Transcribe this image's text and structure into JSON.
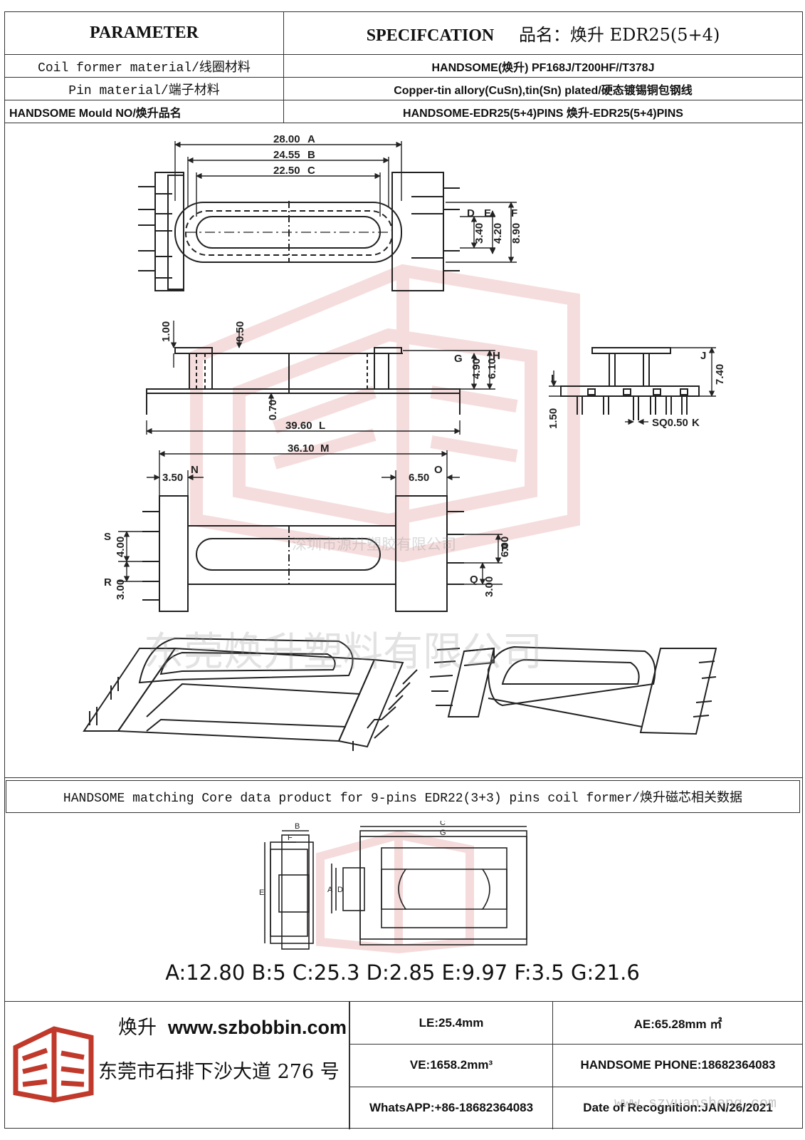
{
  "header": {
    "parameter": "PARAMETER",
    "spec_title": "SPECIFCATION",
    "product_name": "品名：焕升 EDR25(5+4)"
  },
  "rows": [
    {
      "label": "Coil former material/线圈材料",
      "value": "HANDSOME(焕升)   PF168J/T200HF//T378J"
    },
    {
      "label": "Pin material/端子材料",
      "value": "Copper-tin allory(CuSn),tin(Sn) plated/硬态镀锡铜包钢线"
    },
    {
      "label": "HANDSOME Mould NO/焕升品名",
      "value": "HANDSOME-EDR25(5+4)PINS    焕升-EDR25(5+4)PINS"
    }
  ],
  "watermarks": {
    "center": "深圳市源升塑胶有限公司",
    "large": "东莞焕升塑料有限公司",
    "footer": "www.szyuansheng.com"
  },
  "dims": {
    "top_a": "28.00",
    "top_b": "24.55",
    "top_c": "22.50",
    "top_d": "3.40",
    "top_e": "4.20",
    "top_f": "8.90",
    "side_1": "1.00",
    "side_05": "0.50",
    "side_07": "0.70",
    "side_l": "39.60",
    "side_g": "4.90",
    "side_h": "6.10",
    "end_i": "1.50",
    "end_j": "7.40",
    "end_k": "SQ0.50",
    "bot_m": "36.10",
    "bot_n": "3.50",
    "bot_o": "6.50",
    "bot_s": "4.00",
    "bot_r": "3.00",
    "bot_p": "6.00",
    "bot_q": "3.00",
    "labels": [
      "A",
      "B",
      "C",
      "D",
      "E",
      "F",
      "G",
      "H",
      "I",
      "J",
      "K",
      "L",
      "M",
      "N",
      "O",
      "P",
      "Q",
      "R",
      "S"
    ]
  },
  "core_caption": "HANDSOME matching Core data  product for 9-pins EDR22(3+3) pins coil former/焕升磁芯相关数据",
  "core_letters": {
    "b": "B",
    "f": "F",
    "e": "E",
    "c": "C",
    "g": "G",
    "a": "A",
    "d": "D"
  },
  "core_values": "A:12.80 B:5 C:25.3 D:2.85 E:9.97 F:3.5 G:21.6",
  "footer": {
    "brand_cn": "焕升",
    "website": "www.szbobbin.com",
    "address": "东莞市石排下沙大道 276 号",
    "le": "LE:25.4mm",
    "ae": "AE:65.28mm ㎡",
    "ve": "VE:1658.2mm³",
    "phone": "HANDSOME PHONE:18682364083",
    "whatsapp": "WhatsAPP:+86-18682364083",
    "date": "Date of Recognition:JAN/26/2021"
  },
  "colors": {
    "line": "#222222",
    "watermark": "#e8b0b0",
    "logo_red": "#c0392b"
  }
}
